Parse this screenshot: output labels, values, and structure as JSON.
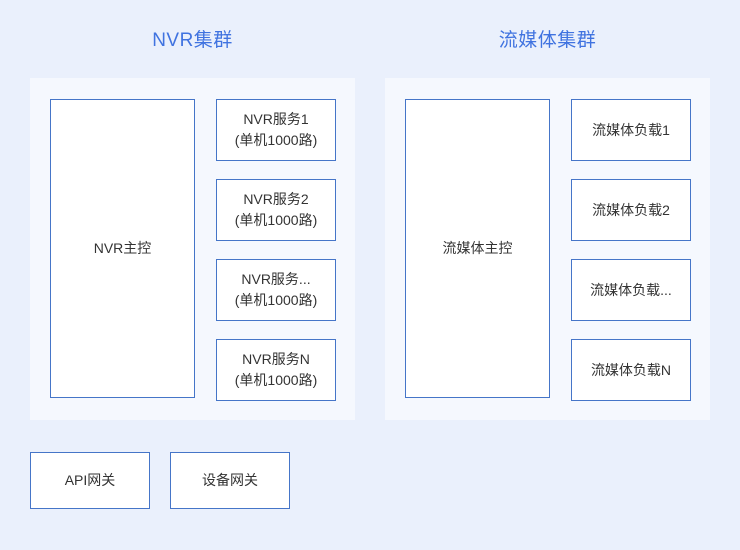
{
  "diagram": {
    "clusters": [
      {
        "key": "nvr",
        "title": "NVR集群",
        "master": {
          "label": "NVR主控"
        },
        "nodes": [
          {
            "label": "NVR服务1\n(单机1000路)"
          },
          {
            "label": "NVR服务2\n(单机1000路)"
          },
          {
            "label": "NVR服务...\n(单机1000路)"
          },
          {
            "label": "NVR服务N\n(单机1000路)"
          }
        ]
      },
      {
        "key": "stream",
        "title": "流媒体集群",
        "master": {
          "label": "流媒体主控"
        },
        "nodes": [
          {
            "label": "流媒体负载1"
          },
          {
            "label": "流媒体负载2"
          },
          {
            "label": "流媒体负载..."
          },
          {
            "label": "流媒体负载N"
          }
        ]
      }
    ],
    "gateways": [
      {
        "key": "api",
        "label": "API网关"
      },
      {
        "key": "device",
        "label": "设备网关"
      }
    ],
    "colors": {
      "page_background": "#eaf0fc",
      "panel_background": "#f5f8fe",
      "box_background": "#ffffff",
      "box_border": "#4575c8",
      "title_text": "#4073e0",
      "box_text": "#333333"
    }
  }
}
